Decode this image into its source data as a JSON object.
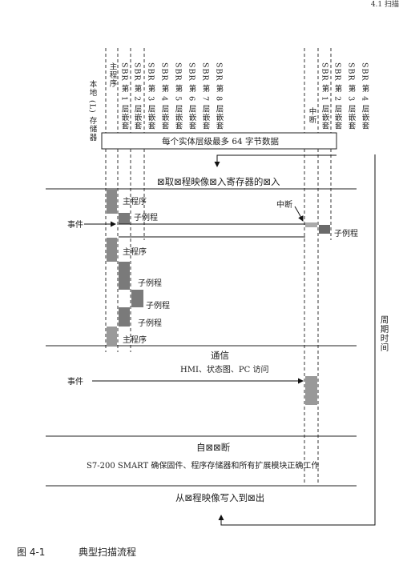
{
  "page_header": "4.1 扫描",
  "left_storage_label": "本地 (L) 存储器",
  "lanes_left": [
    "主程序",
    "SBR 第 1 层嵌套",
    "SBR 第 2 层嵌套",
    "SBR 第 3 层嵌套",
    "SBR 第 4 层嵌套",
    "SBR 第 5 层嵌套",
    "SBR 第 6 层嵌套",
    "SBR 第 7 层嵌套",
    "SBR 第 8 层嵌套"
  ],
  "lanes_right": [
    "中断",
    "SBR 第 1 层嵌套",
    "SBR 第 2 层嵌套",
    "SBR 第 3 层嵌套",
    "SBR 第 4 层嵌套"
  ],
  "box_text": "每个实体层级最多 64 字节数据",
  "section_read_inputs": "⊠取⊠程映像⊠入寄存器的⊠入",
  "interrupt_label": "中断",
  "event_label": "事件",
  "main_program": "主程序",
  "subroutine": "子例程",
  "section_comm": "通信",
  "comm_sub": "HMI、状态图、PC 访问",
  "section_selfdiag": "自⊠⊠断",
  "selfdiag_sub": "S7-200 SMART 确保固件、程序存储器和所有扩展模块正确工作",
  "section_write_outputs": "从⊠程映像写入到⊠出",
  "cycle_time_label": "周期时间",
  "caption_number": "图 4-1",
  "caption_text": "典型扫描流程"
}
